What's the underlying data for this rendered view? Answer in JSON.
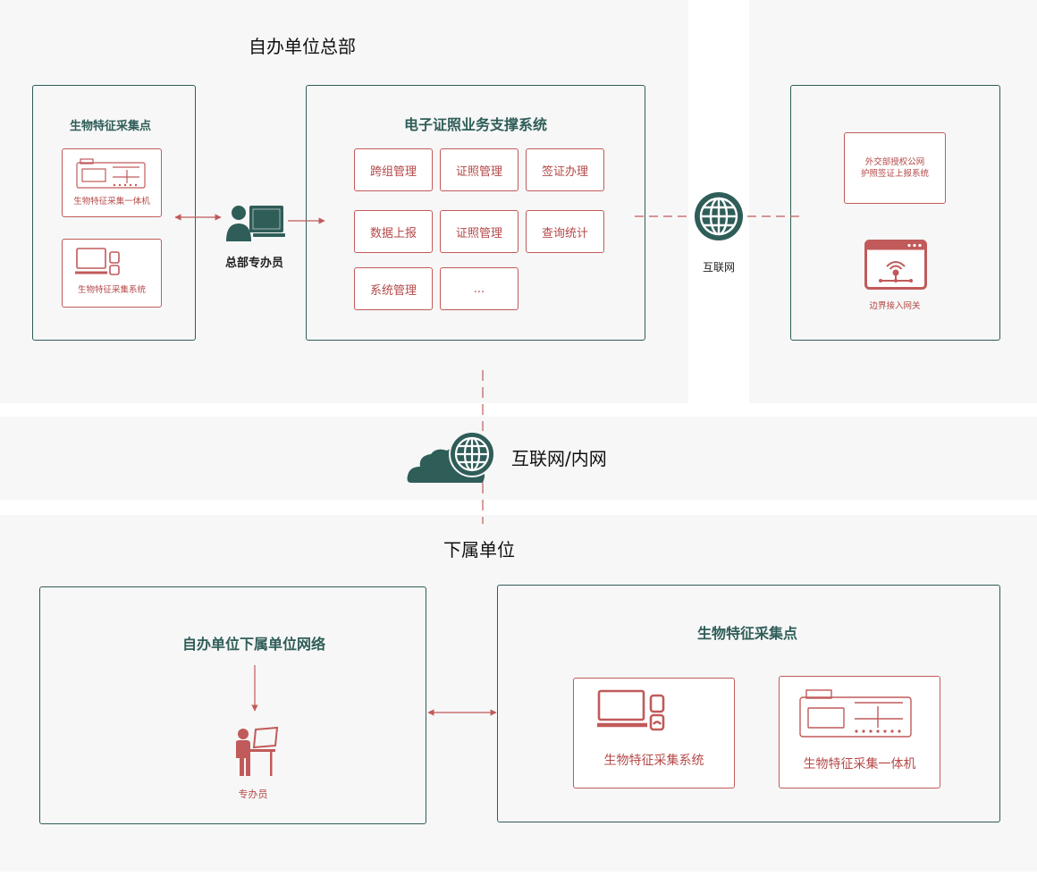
{
  "hq": {
    "title": "自办单位总部",
    "bio_point": {
      "title": "生物特征采集点",
      "device_label": "生物特征采集一体机",
      "system_label": "生物特征采集系统"
    },
    "staff_label": "总部专办员",
    "ecert": {
      "title": "电子证照业务支撑系统",
      "modules": [
        "跨组管理",
        "证照管理",
        "签证办理",
        "数据上报",
        "证照管理",
        "查询统计",
        "系统管理",
        "..."
      ]
    },
    "internet_label": "互联网"
  },
  "mofa": {
    "system_line1": "外交部授权公网",
    "system_line2": "护照签证上报系统",
    "gateway_label": "边界接入网关"
  },
  "network": {
    "label": "互联网/内网"
  },
  "sub": {
    "title": "下属单位",
    "network_box": {
      "title": "自办单位下属单位网络",
      "staff_label": "专办员"
    },
    "bio_point": {
      "title": "生物特征采集点",
      "system_label": "生物特征采集系统",
      "device_label": "生物特征采集一体机"
    }
  },
  "colors": {
    "green": "#2f5d58",
    "red": "#c15a5a",
    "panel": "#f7f7f7"
  }
}
